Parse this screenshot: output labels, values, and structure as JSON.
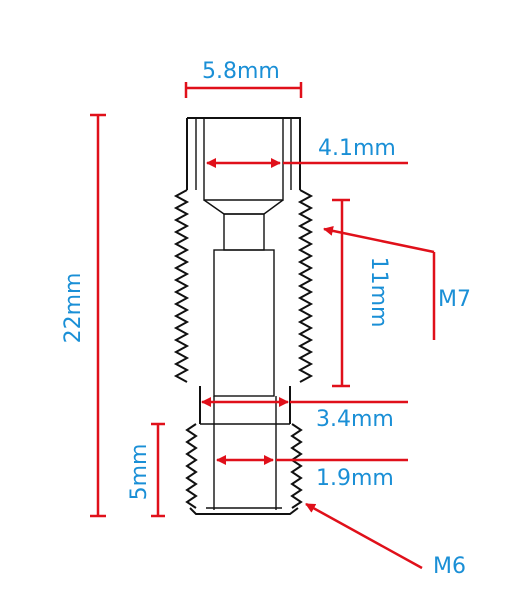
{
  "labels": {
    "width_top": "5.8mm",
    "inner_top": "4.1mm",
    "thread_major": "M7",
    "thread_len": "11mm",
    "total_len": "22mm",
    "mid_width": "3.4mm",
    "bore": "1.9mm",
    "bottom_len": "5mm",
    "thread_minor": "M6"
  },
  "colors": {
    "dimension_line": "#e0101a",
    "label_text": "#1a8fd6",
    "outline": "#111111"
  }
}
